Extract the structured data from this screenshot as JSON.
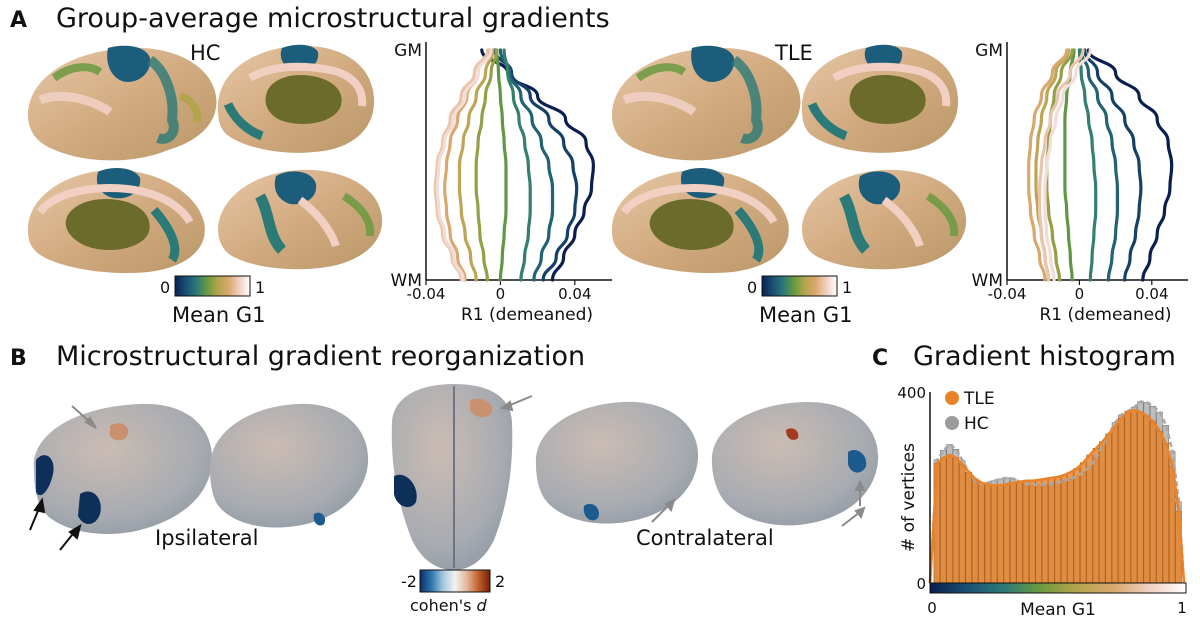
{
  "panel_a": {
    "letter": "A",
    "title": "Group-average microstructural gradients",
    "groups": [
      {
        "label": "HC",
        "colorbar_min": "0",
        "colorbar_max": "1",
        "colorbar_label": "Mean G1"
      },
      {
        "label": "TLE",
        "colorbar_min": "0",
        "colorbar_max": "1",
        "colorbar_label": "Mean G1"
      }
    ]
  },
  "panel_b": {
    "letter": "B",
    "title": "Microstructural gradient reorganization",
    "ipsilateral_label": "Ipsilateral",
    "contralateral_label": "Contralateral",
    "colorbar_min": "-2",
    "colorbar_max": "2",
    "colorbar_label": "cohen's",
    "colorbar_label_italic": "d"
  },
  "panel_c": {
    "letter": "C",
    "title": "Gradient histogram"
  },
  "colors": {
    "gradient_stops": [
      "#0a1f4f",
      "#1a4f72",
      "#2b7a78",
      "#6a9a3f",
      "#b3a44d",
      "#d9a86d",
      "#f1cfc3",
      "#ffffff"
    ],
    "diverging_stops": [
      "#0a2f6a",
      "#2f78b0",
      "#a8c8dd",
      "#f2f2f2",
      "#e4b79a",
      "#c0622b",
      "#7a1e0a"
    ],
    "tle": "#e8832a",
    "hc": "#9c9c9c"
  },
  "chart_data": [
    {
      "type": "line",
      "group": "HC",
      "xlabel": "R1 (demeaned)",
      "y_top_label": "GM",
      "y_bottom_label": "WM",
      "xlim": [
        -0.04,
        0.06
      ],
      "xticks": [
        "-0.04",
        "0",
        "0.04"
      ],
      "xtick_values": [
        -0.04,
        0,
        0.04
      ],
      "depth": [
        0,
        0.1,
        0.2,
        0.3,
        0.4,
        0.5,
        0.6,
        0.7,
        0.8,
        0.9,
        1.0
      ],
      "series": [
        {
          "values": [
            -0.01,
            0.004,
            0.02,
            0.035,
            0.046,
            0.05,
            0.049,
            0.045,
            0.04,
            0.034,
            0.028
          ]
        },
        {
          "values": [
            -0.003,
            0.006,
            0.016,
            0.026,
            0.034,
            0.039,
            0.041,
            0.04,
            0.036,
            0.03,
            0.023
          ]
        },
        {
          "values": [
            0.0,
            0.005,
            0.011,
            0.017,
            0.022,
            0.026,
            0.028,
            0.028,
            0.026,
            0.022,
            0.018
          ]
        },
        {
          "values": [
            0.002,
            0.004,
            0.007,
            0.01,
            0.013,
            0.015,
            0.016,
            0.016,
            0.015,
            0.013,
            0.011
          ]
        },
        {
          "values": [
            -0.002,
            -0.001,
            0.0,
            0.001,
            0.002,
            0.003,
            0.003,
            0.003,
            0.002,
            0.001,
            0.0
          ]
        },
        {
          "values": [
            -0.002,
            -0.005,
            -0.008,
            -0.01,
            -0.012,
            -0.013,
            -0.013,
            -0.012,
            -0.011,
            -0.009,
            -0.007
          ]
        },
        {
          "values": [
            -0.004,
            -0.008,
            -0.013,
            -0.017,
            -0.02,
            -0.022,
            -0.022,
            -0.021,
            -0.019,
            -0.016,
            -0.013
          ]
        },
        {
          "values": [
            -0.006,
            -0.012,
            -0.018,
            -0.023,
            -0.027,
            -0.029,
            -0.03,
            -0.029,
            -0.027,
            -0.023,
            -0.019
          ]
        },
        {
          "values": [
            -0.007,
            -0.014,
            -0.021,
            -0.027,
            -0.031,
            -0.034,
            -0.035,
            -0.034,
            -0.031,
            -0.026,
            -0.021
          ]
        },
        {
          "values": [
            -0.005,
            -0.012,
            -0.019,
            -0.025,
            -0.03,
            -0.033,
            -0.034,
            -0.033,
            -0.03,
            -0.025,
            -0.02
          ]
        }
      ]
    },
    {
      "type": "line",
      "group": "TLE",
      "xlabel": "R1 (demeaned)",
      "y_top_label": "GM",
      "y_bottom_label": "WM",
      "xlim": [
        -0.04,
        0.06
      ],
      "xticks": [
        "-0.04",
        "0",
        "0.04"
      ],
      "xtick_values": [
        -0.04,
        0,
        0.04
      ],
      "depth": [
        0,
        0.1,
        0.2,
        0.3,
        0.4,
        0.5,
        0.6,
        0.7,
        0.8,
        0.9,
        1.0
      ],
      "series": [
        {
          "values": [
            0.005,
            0.02,
            0.033,
            0.043,
            0.049,
            0.051,
            0.05,
            0.047,
            0.043,
            0.039,
            0.035
          ]
        },
        {
          "values": [
            0.003,
            0.01,
            0.018,
            0.025,
            0.03,
            0.033,
            0.034,
            0.033,
            0.031,
            0.028,
            0.025
          ]
        },
        {
          "values": [
            0.001,
            0.005,
            0.01,
            0.015,
            0.018,
            0.02,
            0.021,
            0.021,
            0.02,
            0.018,
            0.016
          ]
        },
        {
          "values": [
            0.0,
            0.001,
            0.003,
            0.005,
            0.007,
            0.008,
            0.009,
            0.009,
            0.008,
            0.007,
            0.006
          ]
        },
        {
          "values": [
            -0.003,
            -0.005,
            -0.007,
            -0.008,
            -0.008,
            -0.008,
            -0.008,
            -0.007,
            -0.006,
            -0.005,
            -0.004
          ]
        },
        {
          "values": [
            -0.004,
            -0.01,
            -0.014,
            -0.016,
            -0.017,
            -0.018,
            -0.018,
            -0.017,
            -0.015,
            -0.013,
            -0.011
          ]
        },
        {
          "values": [
            -0.006,
            -0.013,
            -0.018,
            -0.021,
            -0.023,
            -0.024,
            -0.024,
            -0.023,
            -0.021,
            -0.019,
            -0.017
          ]
        },
        {
          "values": [
            -0.007,
            -0.015,
            -0.021,
            -0.025,
            -0.027,
            -0.028,
            -0.028,
            -0.027,
            -0.025,
            -0.022,
            -0.019
          ]
        },
        {
          "values": [
            0.002,
            -0.005,
            -0.012,
            -0.016,
            -0.019,
            -0.021,
            -0.022,
            -0.022,
            -0.021,
            -0.019,
            -0.017
          ]
        },
        {
          "values": [
            0.006,
            -0.002,
            -0.009,
            -0.013,
            -0.016,
            -0.018,
            -0.019,
            -0.019,
            -0.018,
            -0.016,
            -0.014
          ]
        }
      ]
    },
    {
      "type": "bar",
      "ylabel": "# of vertices",
      "xlabel": "Mean G1",
      "xlim": [
        0,
        1
      ],
      "ylim": [
        0,
        400
      ],
      "yticks": [
        "0",
        "400"
      ],
      "xticks": [
        "0",
        "1"
      ],
      "legend": "top-left",
      "series": [
        {
          "name": "TLE",
          "values": [
            250,
            262,
            268,
            262,
            248,
            232,
            218,
            210,
            206,
            204,
            205,
            207,
            210,
            212,
            214,
            214,
            216,
            218,
            220,
            222,
            226,
            232,
            240,
            252,
            268,
            282,
            296,
            312,
            328,
            345,
            358,
            362,
            358,
            350,
            338,
            318,
            292,
            245,
            150
          ]
        },
        {
          "name": "HC",
          "values": [
            258,
            278,
            290,
            280,
            256,
            232,
            214,
            208,
            210,
            214,
            218,
            220,
            218,
            212,
            208,
            206,
            206,
            206,
            208,
            210,
            214,
            218,
            224,
            232,
            244,
            262,
            288,
            312,
            336,
            352,
            360,
            368,
            380,
            378,
            370,
            358,
            330,
            276,
            170
          ]
        }
      ]
    }
  ]
}
